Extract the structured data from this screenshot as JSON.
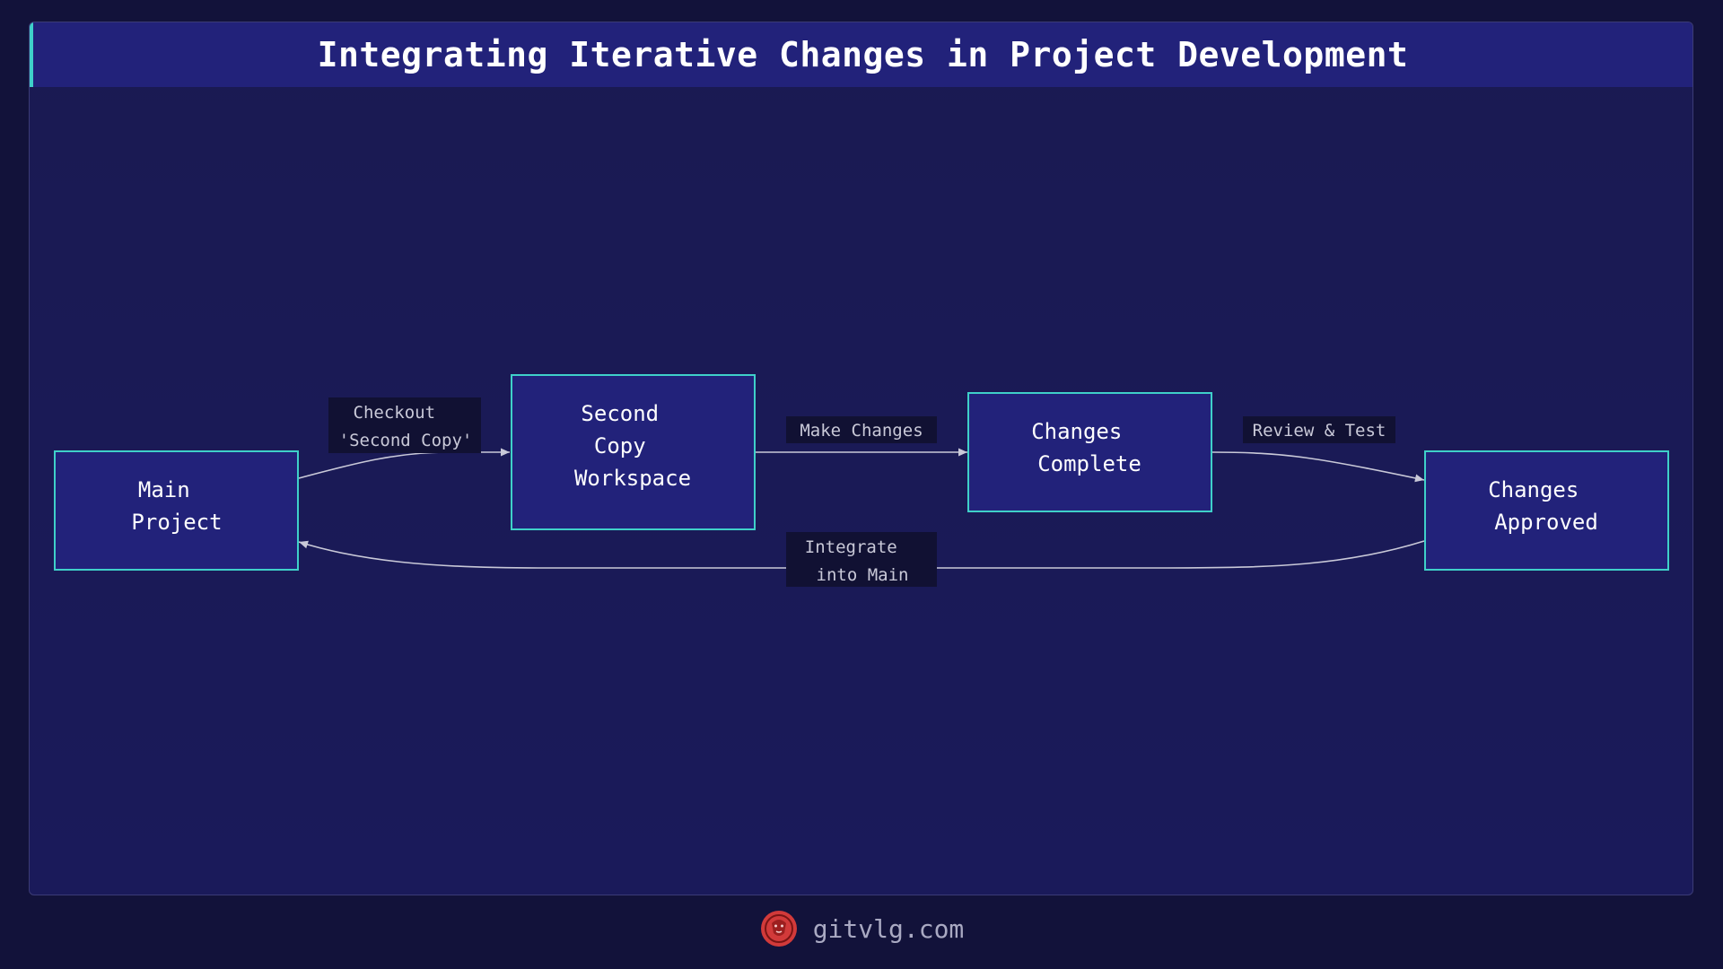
{
  "title": "Integrating Iterative Changes in Project Development",
  "nodes": [
    {
      "id": "main",
      "lines": [
        "Main",
        "Project"
      ]
    },
    {
      "id": "second",
      "lines": [
        "Second",
        "Copy",
        "Workspace"
      ]
    },
    {
      "id": "complete",
      "lines": [
        "Changes",
        "Complete"
      ]
    },
    {
      "id": "approved",
      "lines": [
        "Changes",
        "Approved"
      ]
    }
  ],
  "edges": [
    {
      "from": "main",
      "to": "second",
      "lines": [
        "Checkout",
        "'Second Copy'"
      ]
    },
    {
      "from": "second",
      "to": "complete",
      "lines": [
        "Make Changes"
      ]
    },
    {
      "from": "complete",
      "to": "approved",
      "lines": [
        "Review & Test"
      ]
    },
    {
      "from": "approved",
      "to": "main",
      "lines": [
        "Integrate",
        "into Main"
      ]
    }
  ],
  "colors": {
    "node_fill": "#22227a",
    "node_border": "#3fd0c9",
    "edge": "#c9c9d8",
    "label_bg": "#111133",
    "logo": "#d23a3a"
  },
  "footer": {
    "site": "gitvlg.com",
    "logo_icon": "lion-logo-icon"
  }
}
